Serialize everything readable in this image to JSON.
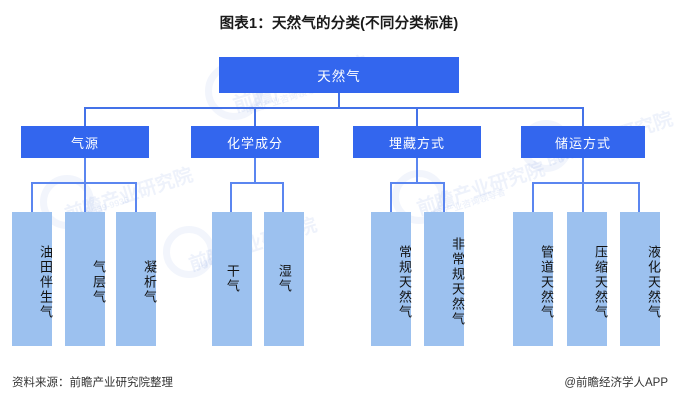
{
  "title": "图表1：天然气的分类(不同分类标准)",
  "footer": {
    "source": "资料来源：前瞻产业研究院整理",
    "app": "@前瞻经济学人APP"
  },
  "colors": {
    "node_primary": "#3366EE",
    "node_leaf": "#9CC1EF",
    "connector": "#4472E8",
    "title_text": "#1a1a1a",
    "primary_text": "#ffffff",
    "leaf_text": "#111111"
  },
  "watermarks": [
    "前瞻产业研究院",
    "中国产业咨询领导者",
    "400-639-9936"
  ],
  "chart_data": {
    "type": "diagram",
    "diagram_kind": "tree",
    "orientation": "top-down",
    "title": "图表1：天然气的分类(不同分类标准)",
    "root": {
      "label": "天然气",
      "level": 0
    },
    "branches": [
      {
        "label": "气源",
        "level": 1,
        "children": [
          {
            "label": "油田伴生气"
          },
          {
            "label": "气层气"
          },
          {
            "label": "凝析气"
          }
        ]
      },
      {
        "label": "化学成分",
        "level": 1,
        "children": [
          {
            "label": "干气"
          },
          {
            "label": "湿气"
          }
        ]
      },
      {
        "label": "埋藏方式",
        "level": 1,
        "children": [
          {
            "label": "常规天然气"
          },
          {
            "label": "非常规天然气"
          }
        ]
      },
      {
        "label": "储运方式",
        "level": 1,
        "children": [
          {
            "label": "管道天然气"
          },
          {
            "label": "压缩天然气"
          },
          {
            "label": "液化天然气"
          }
        ]
      }
    ]
  }
}
